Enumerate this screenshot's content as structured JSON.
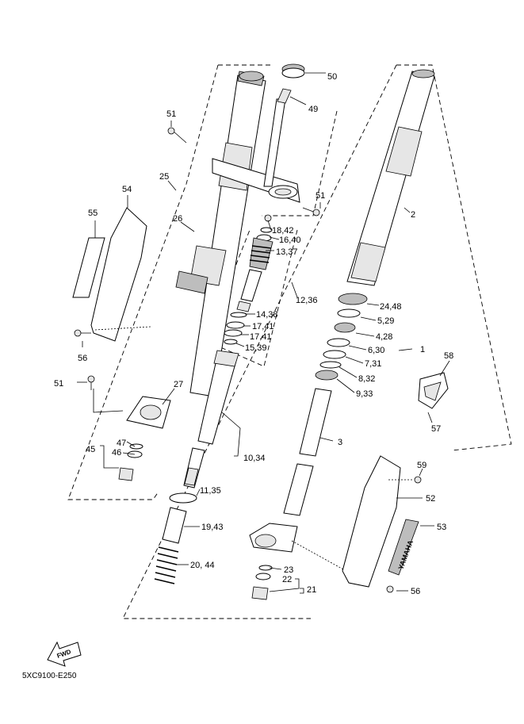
{
  "diagram_code": "5XC9100-E250",
  "fwd_label": "FWD",
  "brand_decal": "YAMAHA",
  "callouts": {
    "c50": "50",
    "c49": "49",
    "c51a": "51",
    "c51b": "51",
    "c51c": "51",
    "c25": "25",
    "c26": "26",
    "c54": "54",
    "c55": "55",
    "c56a": "56",
    "c56b": "56",
    "c27": "27",
    "c47": "47",
    "c46": "46",
    "c45": "45",
    "c18_42": "18,42",
    "c16_40": "16,40",
    "c13_37": "13,37",
    "c12_36": "12,36",
    "c14_38": "14,38",
    "c17_41a": "17,41",
    "c17_41b": "17,41",
    "c15_39": "15,39",
    "c10_34": "10,34",
    "c11_35": "11,35",
    "c19_43": "19,43",
    "c20_44": "20, 44",
    "c2": "2",
    "c24_48": "24,48",
    "c5_29": "5,29",
    "c4_28": "4,28",
    "c6_30": "6,30",
    "c7_31": "7,31",
    "c8_32": "8,32",
    "c9_33": "9,33",
    "c1": "1",
    "c3": "3",
    "c58": "58",
    "c57": "57",
    "c59": "59",
    "c52": "52",
    "c53": "53",
    "c23": "23",
    "c22": "22",
    "c21": "21"
  }
}
